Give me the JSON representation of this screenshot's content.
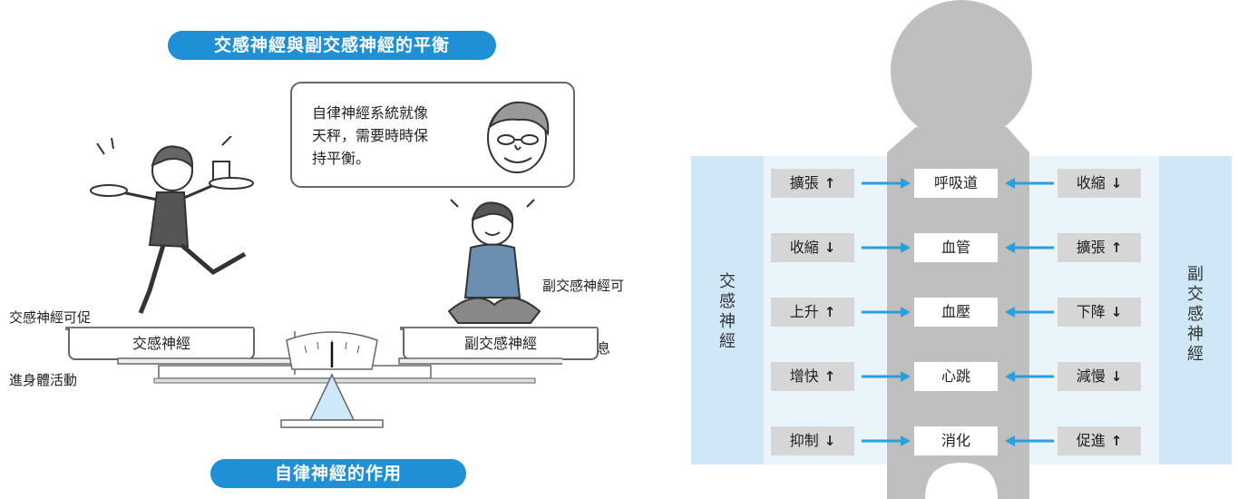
{
  "left": {
    "top_title": "交感神經與副交感神經的平衡",
    "bottom_title": "自律神經的作用",
    "speech_lines": [
      "自律神經系統就像",
      "天秤，需要時時保",
      "持平衡。"
    ],
    "sympathetic_caption": [
      "交感神經可促",
      "進身體活動"
    ],
    "parasympathetic_caption": [
      "副交感神經可",
      "讓身體休息"
    ],
    "pan_left_label": "交感神經",
    "pan_right_label": "副交感神經"
  },
  "right": {
    "left_side_label": [
      "交",
      "感",
      "神",
      "經"
    ],
    "right_side_label": [
      "副",
      "交",
      "感",
      "神",
      "經"
    ],
    "rows": [
      {
        "organ": "呼吸道",
        "sympathetic": "擴張",
        "sym_dir": "up",
        "parasympathetic": "收縮",
        "para_dir": "down"
      },
      {
        "organ": "血管",
        "sympathetic": "收縮",
        "sym_dir": "down",
        "parasympathetic": "擴張",
        "para_dir": "up"
      },
      {
        "organ": "血壓",
        "sympathetic": "上升",
        "sym_dir": "up",
        "parasympathetic": "下降",
        "para_dir": "down"
      },
      {
        "organ": "心跳",
        "sympathetic": "增快",
        "sym_dir": "up",
        "parasympathetic": "減慢",
        "para_dir": "down"
      },
      {
        "organ": "消化",
        "sympathetic": "抑制",
        "sym_dir": "down",
        "parasympathetic": "促進",
        "para_dir": "up"
      }
    ],
    "colors": {
      "band": "#cfe7f7",
      "body": "#bfbfbf",
      "arrow": "#2a9fe0"
    }
  }
}
